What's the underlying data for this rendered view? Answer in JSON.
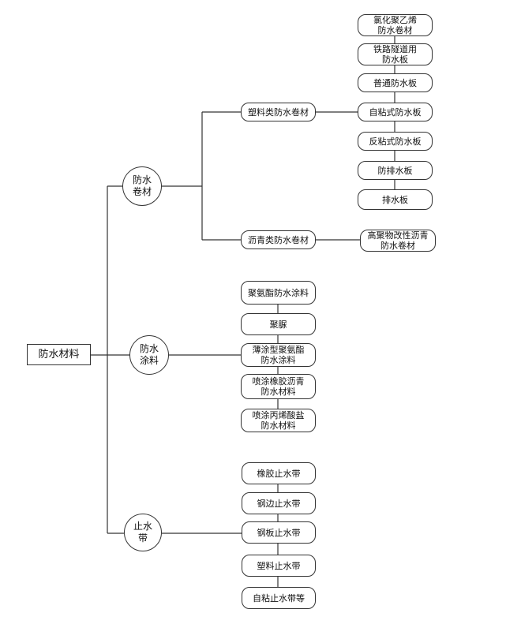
{
  "root": "防水材料",
  "groups": [
    {
      "label": "防水\n卷材",
      "subgroups": [
        {
          "label": "塑料类防水卷材",
          "items": [
            "氯化聚乙烯\n防水卷材",
            "铁路隧道用\n防水板",
            "普通防水板",
            "自粘式防水板",
            "反粘式防水板",
            "防排水板",
            "排水板"
          ]
        },
        {
          "label": "沥青类防水卷材",
          "items": [
            "高聚物改性沥青\n防水卷材"
          ]
        }
      ]
    },
    {
      "label": "防水\n涂料",
      "items": [
        "聚氨酯防水涂料",
        "聚脲",
        "薄涂型聚氨酯\n防水涂料",
        "喷涂橡胶沥青\n防水材料",
        "喷涂丙烯酸盐\n防水材料"
      ]
    },
    {
      "label": "止水\n带",
      "items": [
        "橡胶止水带",
        "钢边止水带",
        "钢板止水带",
        "塑料止水带",
        "自粘止水带等"
      ]
    }
  ]
}
